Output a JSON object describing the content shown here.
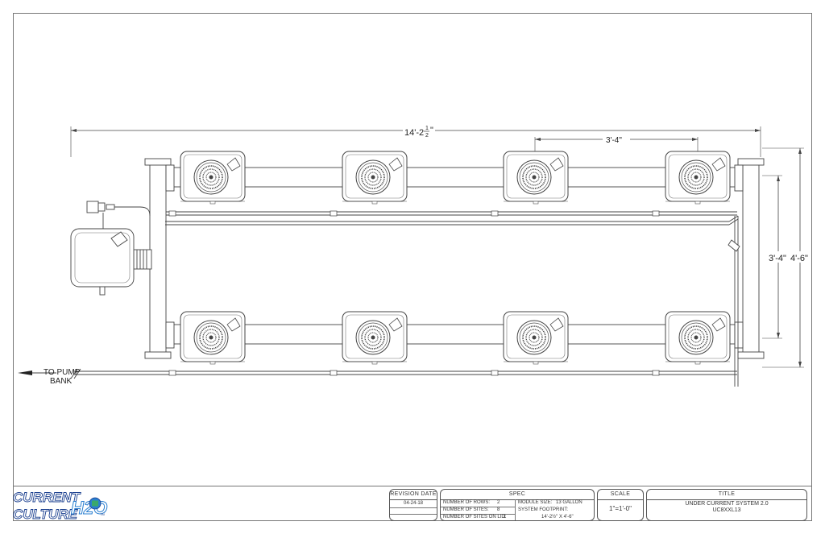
{
  "drawing": {
    "dim_overall_length": "14'-2",
    "dim_overall_length_fraction_num": "1",
    "dim_overall_length_fraction_den": "2",
    "dim_overall_length_inch": "\"",
    "dim_site_spacing": "3'-4\"",
    "dim_row_spacing": "3'-4\"",
    "dim_overall_width": "4'-6\"",
    "pump_label_line1": "TO PUMP",
    "pump_label_line2": "BANK"
  },
  "title_block": {
    "revision": {
      "header": "REVISION DATE",
      "date": "04-24-18"
    },
    "spec": {
      "header": "SPEC",
      "rows_label": "NUMBER OF ROWS:",
      "rows_value": "2",
      "sites_label": "NUMBER OF SITES:",
      "sites_value": "8",
      "sites_lid_label": "NUMBER OF SITES ON LID:",
      "sites_lid_value": "1",
      "module_size_label": "MODULE SIZE:",
      "module_size_value": "13 GALLON",
      "footprint_label": "SYSTEM FOOTPRINT:",
      "footprint_value": "14'-2½\" X 4'-6\""
    },
    "scale": {
      "header": "SCALE",
      "value": "1\"=1'-0\""
    },
    "title": {
      "header": "TITLE",
      "name": "UNDER CURRENT SYSTEM 2.0",
      "code": "UC8XXL13"
    }
  },
  "logo": {
    "line1": "CURRENT",
    "line2": "CULTURE",
    "h2o": "H2O",
    "tm": "TM",
    "primary_color": "#1a3f8f",
    "accent_color": "#2a7fd0",
    "globe_color": "#3aa86b"
  }
}
